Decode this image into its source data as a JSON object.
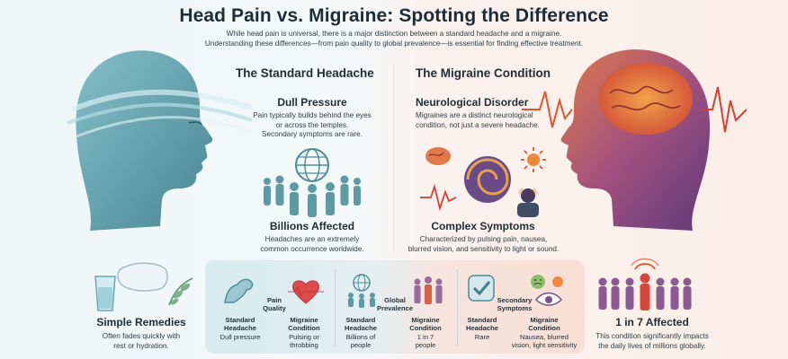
{
  "header": {
    "title": "Head Pain vs. Migraine: Spotting the Difference",
    "intro_line1": "While head pain is universal, there is a major distinction between a standard headache and a migraine.",
    "intro_line2": "Understanding these differences—from pain quality to global prevalence—is essential for finding effective treatment."
  },
  "headache": {
    "section_title": "The Standard Headache",
    "pressure_title": "Dull Pressure",
    "pressure_l1": "Pain typically builds behind the eyes",
    "pressure_l2": "or across the temples.",
    "pressure_l3": "Secondary symptoms are rare.",
    "billions_title": "Billions Affected",
    "billions_l1": "Headaches are an extremely",
    "billions_l2": "common occurrence worldwide.",
    "remedies_title": "Simple Remedies",
    "remedies_l1": "Often fades quickly with",
    "remedies_l2": "rest or hydration."
  },
  "migraine": {
    "section_title": "The Migraine Condition",
    "neuro_title": "Neurological Disorder",
    "neuro_l1": "Migraines are a distinct neurological",
    "neuro_l2": "condition, not just a severe headache.",
    "complex_title": "Complex Symptoms",
    "complex_l1": "Characterized by pulsing pain, nausea,",
    "complex_l2": "blurred vision, and sensitivity to light or sound.",
    "affected_title": "1 in 7 Affected",
    "affected_l1": "This condition significantly impacts",
    "affected_l2": "the daily lives of millions globally."
  },
  "comparison": {
    "quality": {
      "category_l1": "Pain",
      "category_l2": "Quality",
      "left_l1": "Standard",
      "left_l2": "Headache",
      "left_value": "Dull pressure",
      "right_l1": "Migraine",
      "right_l2": "Condition",
      "right_value_l1": "Pulsing or",
      "right_value_l2": "throbbing"
    },
    "prevalence": {
      "category_l1": "Global",
      "category_l2": "Prevalence",
      "left_l1": "Standard",
      "left_l2": "Headache",
      "left_value_l1": "Billions of",
      "left_value_l2": "people",
      "right_l1": "Migraine",
      "right_l2": "Condition",
      "right_value_l1": "1 in 7",
      "right_value_l2": "people"
    },
    "symptoms": {
      "category_l1": "Secondary",
      "category_l2": "Symptoms",
      "left_l1": "Standard",
      "left_l2": "Headache",
      "left_value": "Rare",
      "right_l1": "Migraine",
      "right_l2": "Condition",
      "right_value_l1": "Nausea, blurred",
      "right_value_l2": "vision, light sensitivity"
    }
  },
  "colors": {
    "teal": "#5fa6b3",
    "teal_dark": "#3f7f8d",
    "purple": "#7a4f8c",
    "orange": "#e6733a",
    "red": "#d8463c"
  }
}
